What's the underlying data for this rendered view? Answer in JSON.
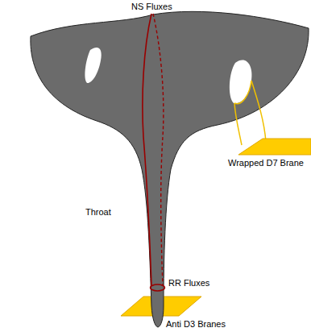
{
  "diagram": {
    "labels": [
      "NS Fluxes",
      "Wrapped D7 Brane",
      "Throat",
      "RR Fluxes",
      "Anti D3 Branes"
    ]
  }
}
